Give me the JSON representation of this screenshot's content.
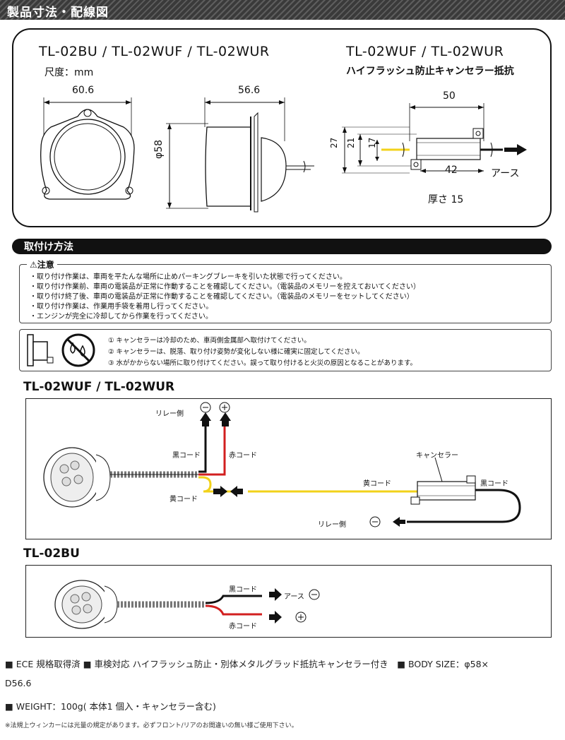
{
  "header": {
    "title": "製品寸法・配線図"
  },
  "dimensions": {
    "left_title": "TL-02BU / TL-02WUF / TL-02WUR",
    "unit_label": "尺度：mm",
    "front_width": "60.6",
    "side_depth": "56.6",
    "diameter": "φ58",
    "right_title": "TL-02WUF / TL-02WUR",
    "right_subtitle": "ハイフラッシュ防止キャンセラー抵抗",
    "res_length": "50",
    "res_h27": "27",
    "res_h21": "21",
    "res_h17": "17",
    "res_width": "42",
    "ground_label": "アース",
    "thickness_label": "厚さ 15"
  },
  "install": {
    "title": "取付け方法",
    "caution_title": "⚠注意",
    "caution_lines": [
      "・取り付け作業は、車両を平たんな場所に止めパーキングブレーキを引いた状態で行ってください。",
      "・取り付け作業前、車両の電装品が正常に作動することを確認してください。（電装品のメモリーを控えておいてください）",
      "・取り付け終了後、車両の電装品が正常に作動することを確認してください。（電装品のメモリーをセットしてください）",
      "・取り付け作業は、作業用手袋を着用し行ってください。",
      "・エンジンが完全に冷却してから作業を行ってください。"
    ],
    "warning_lines": [
      "① キャンセラーは冷却のため、車両側金属部へ取付けてください。",
      "② キャンセラーは、脱落、取り付け姿勢が変化しない様に確実に固定してください。",
      "③ 水がかからない場所に取り付けてください。誤って取り付けると火災の原因となることがあります。"
    ]
  },
  "wiring1": {
    "title": "TL-02WUF / TL-02WUR",
    "relay_side_top": "リレー側",
    "minus": "−",
    "plus": "+",
    "black_cord": "黒コード",
    "red_cord": "赤コード",
    "canceller": "キャンセラー",
    "yellow_cord_left": "黄コード",
    "yellow_cord_right": "黄コード",
    "black_cord_right": "黒コード",
    "relay_side_bottom": "リレー側"
  },
  "wiring2": {
    "title": "TL-02BU",
    "black_cord": "黒コード",
    "ground": "アース",
    "minus": "−",
    "red_cord": "赤コード",
    "plus": "+"
  },
  "specs": {
    "line1": "■ ECE 規格取得済 ■ 車検対応 ハイフラッシュ防止・別体メタルグラッド抵抗キャンセラー付き　■ BODY SIZE：φ58×",
    "line2": "D56.6",
    "line3": "■ WEIGHT：100g( 本体1 個入・キャンセラー含む)",
    "footnote": "※法規上ウィンカーには光量の規定があります。必ずフロント/リアのお間違いの無い様ご使用下さい。"
  },
  "colors": {
    "red_wire": "#d21f1f",
    "yellow_wire": "#f2d21a",
    "black_wire": "#111111",
    "header_bg": "#3a3a3a"
  }
}
